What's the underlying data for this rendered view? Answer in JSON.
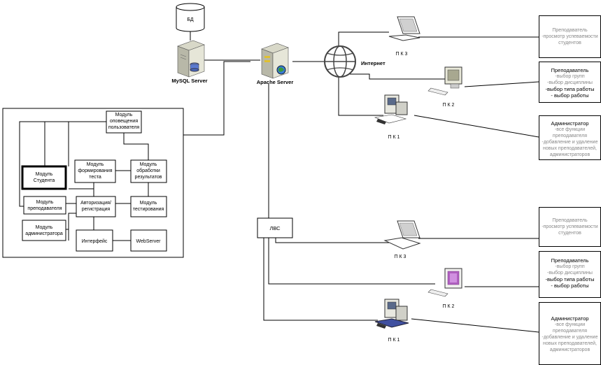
{
  "db": {
    "label": "БД"
  },
  "mysql": {
    "label": "MySQL Server"
  },
  "apache": {
    "label": "Apache Server"
  },
  "internet": {
    "label": "Интернет"
  },
  "lan": {
    "label": "ЛВС"
  },
  "pk3_top": "П К 3",
  "pk2_top": "П К 2",
  "pk1_top": "П К 1",
  "pk3_bot": "П К 3",
  "pk2_bot": "П К 2",
  "pk1_bot": "П К 1",
  "modules": {
    "notify": [
      "Модуль",
      "оповещения",
      "пользователя"
    ],
    "test_form": [
      "Модуль",
      "формирования",
      "теста"
    ],
    "result": [
      "Модуль",
      "обработки",
      "результатов"
    ],
    "student": [
      "Модуль",
      "Студента"
    ],
    "teacher": [
      "Модуль",
      "преподавателя"
    ],
    "auth": [
      "Авторизация/",
      "регистрация"
    ],
    "testing": [
      "Модуль",
      "тестирования"
    ],
    "admin": [
      "Модуль",
      "администратора"
    ],
    "interface": "Интерфейс",
    "webserver": "WebServer"
  },
  "notes_top": {
    "n1": [
      "Преподаватель",
      "-просмотр успеваемости",
      "студентов"
    ],
    "n2_title": "Преподаватель",
    "n2_gray": [
      "-выбор групп",
      "-выбор дисциплины"
    ],
    "n2_black": [
      "-выбор типа работы",
      "- выбор работы"
    ],
    "n3_title": "Администратор",
    "n3_gray": [
      "-все функции",
      "преподавателя",
      "-добавление и удаление",
      "новых преподавателей,",
      "администраторов"
    ]
  },
  "notes_bot": {
    "n1": [
      "Преподаватель",
      "-просмотр успеваемости",
      "студентов"
    ],
    "n2_title": "Преподаватель",
    "n2_gray": [
      "-выбор групп",
      "-выбор дисциплины"
    ],
    "n2_black": [
      "-выбор типа работы",
      "- выбор работы"
    ],
    "n3_title": "Администратор",
    "n3_gray": [
      "-все функции",
      "преподавателя",
      "-добавление и удаление",
      "новых преподавателей,",
      "администраторов"
    ]
  }
}
